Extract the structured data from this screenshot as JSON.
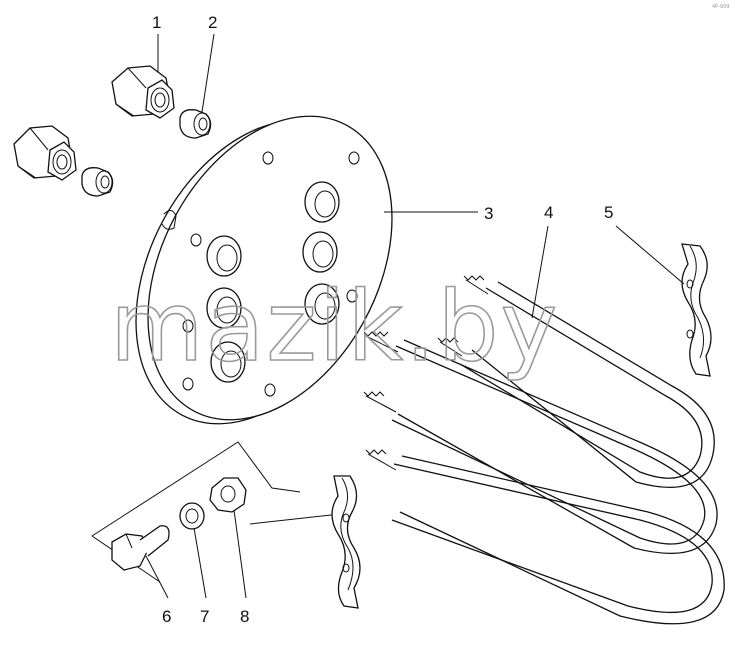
{
  "callouts": [
    "1",
    "2",
    "3",
    "4",
    "5",
    "6",
    "7",
    "8"
  ],
  "watermark": "mazik.by",
  "corner_code": "4P-909"
}
